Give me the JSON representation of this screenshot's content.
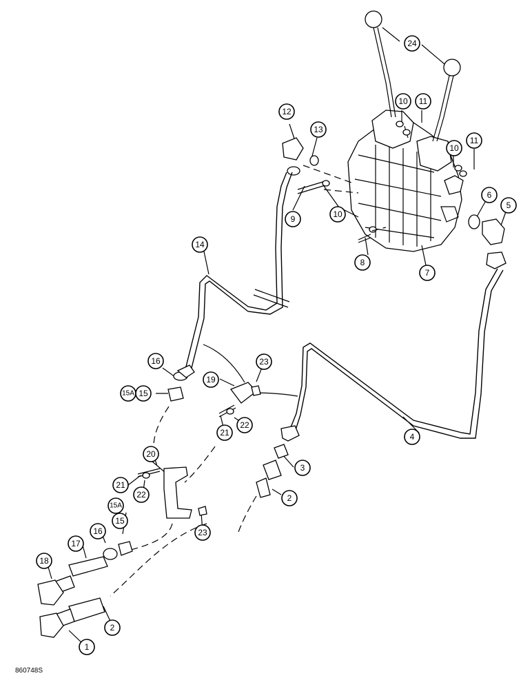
{
  "callouts": {
    "c1": "1",
    "c2a": "2",
    "c2b": "2",
    "c3": "3",
    "c4": "4",
    "c5": "5",
    "c6": "6",
    "c7": "7",
    "c8": "8",
    "c9": "9",
    "c10a": "10",
    "c10b": "10",
    "c10c": "10",
    "c11a": "11",
    "c11b": "11",
    "c12": "12",
    "c13": "13",
    "c14": "14",
    "c15a": "15",
    "c15b": "15",
    "c15Aa": "15A",
    "c15Ab": "15A",
    "c16a": "16",
    "c16b": "16",
    "c17": "17",
    "c18": "18",
    "c19": "19",
    "c20": "20",
    "c21a": "21",
    "c21b": "21",
    "c22a": "22",
    "c22b": "22",
    "c23a": "23",
    "c23b": "23",
    "c24": "24"
  },
  "figure_code": "860748S"
}
